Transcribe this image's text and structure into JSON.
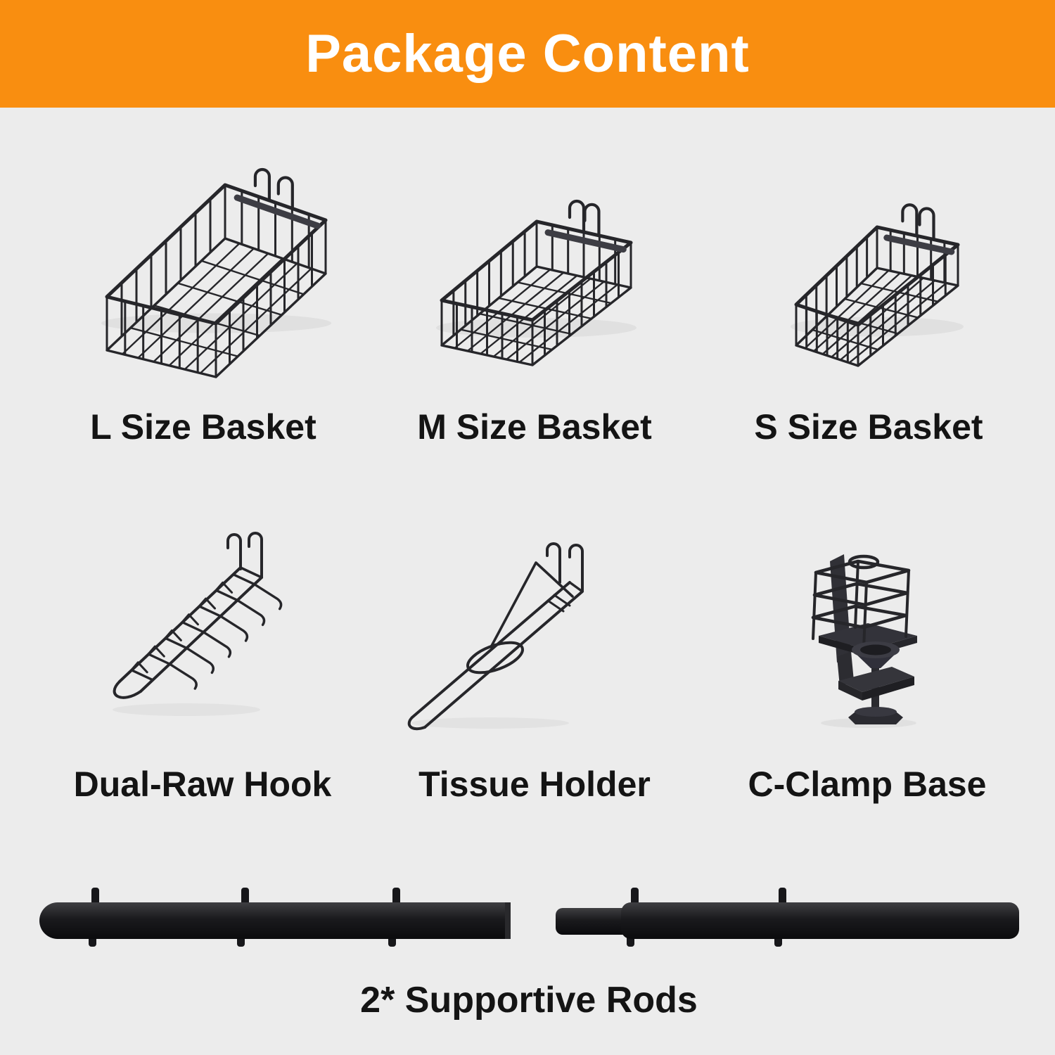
{
  "colors": {
    "banner": "#f98e10",
    "banner_text": "#ffffff",
    "background": "#ececec",
    "label_text": "#141414",
    "product": "#26262a"
  },
  "header": {
    "title": "Package Content"
  },
  "items": [
    {
      "label": "L Size Basket",
      "image": "wire-basket-large"
    },
    {
      "label": "M Size Basket",
      "image": "wire-basket-medium"
    },
    {
      "label": "S Size Basket",
      "image": "wire-basket-small"
    },
    {
      "label": "Dual-Raw Hook",
      "image": "dual-raw-hook"
    },
    {
      "label": "Tissue Holder",
      "image": "tissue-holder"
    },
    {
      "label": "C-Clamp Base",
      "image": "c-clamp-base"
    }
  ],
  "rods": {
    "label": "2* Supportive Rods",
    "image": "supportive-rods"
  }
}
